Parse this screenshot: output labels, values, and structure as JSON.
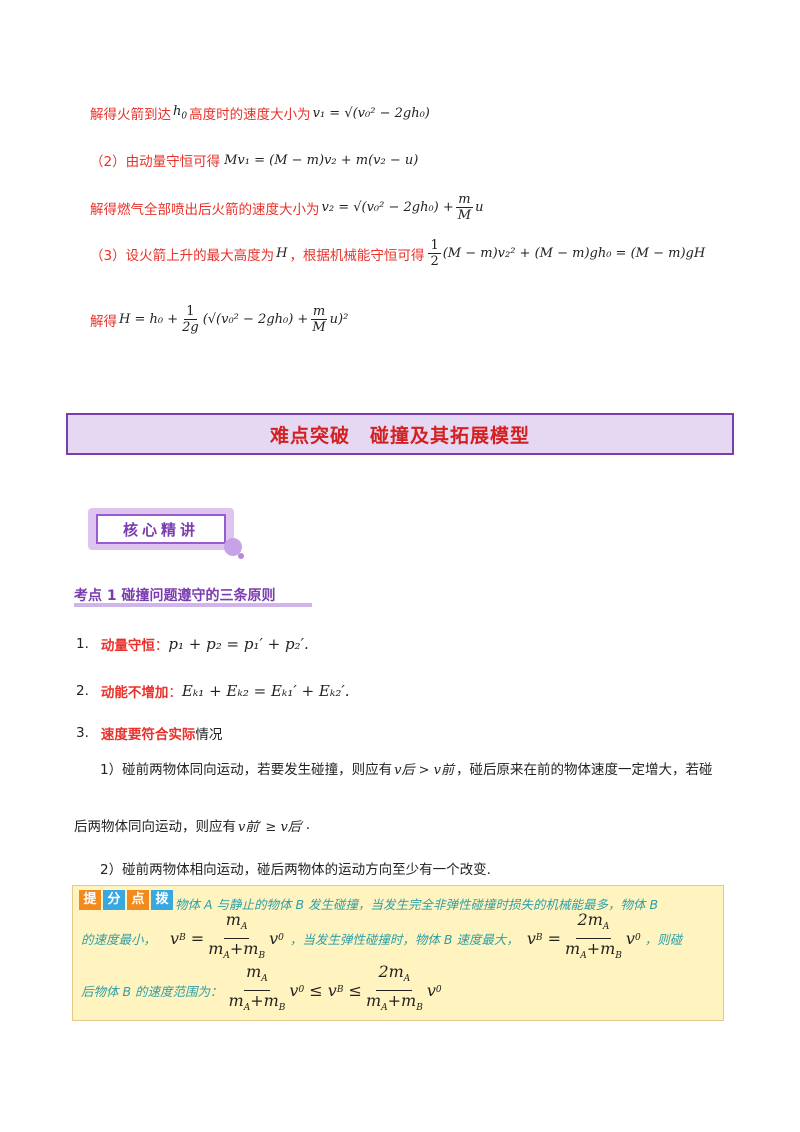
{
  "solution": {
    "line1_text": "解得火箭到达",
    "line1_h0": "h",
    "line1_text2": "高度时的速度大小为",
    "line1_eq": "v₁ = √(v₀² − 2gh₀)",
    "line2_text": "（2）由动量守恒可得",
    "line2_eq": "Mv₁ = (M − m)v₂ + m(v₂ − u)",
    "line3_text": "解得燃气全部喷出后火箭的速度大小为",
    "line3_eq_left": "v₂ = √(v₀² − 2gh₀) +",
    "line3_frac_num": "m",
    "line3_frac_den": "M",
    "line3_eq_right": "u",
    "line4_text": "（3）设火箭上升的最大高度为",
    "line4_H": "H",
    "line4_text2": "，根据机械能守恒可得",
    "line4_frac_num": "1",
    "line4_frac_den": "2",
    "line4_eq": "(M − m)v₂² + (M − m)gh₀ = (M − m)gH",
    "line5_text": "解得",
    "line5_eq_left": "H = h₀ +",
    "line5_frac_num": "1",
    "line5_frac_den": "2g",
    "line5_eq_mid": "(√(v₀² − 2gh₀) +",
    "line5_frac2_num": "m",
    "line5_frac2_den": "M",
    "line5_eq_right": "u)²"
  },
  "banner": {
    "title": "难点突破　碰撞及其拓展模型"
  },
  "badge": {
    "label": "核心精讲"
  },
  "keypoint": {
    "title": "考点 1  碰撞问题遵守的三条原则"
  },
  "principles": [
    {
      "num": "1.",
      "label": "动量守恒",
      "colon": "：",
      "formula": "p₁ + p₂ = p₁′ + p₂′."
    },
    {
      "num": "2.",
      "label": "动能不增加",
      "colon": "：",
      "formula": "Eₖ₁ + Eₖ₂ = Eₖ₁′ + Eₖ₂′."
    },
    {
      "num": "3.",
      "label": "速度要符合实际",
      "suffix": "情况"
    }
  ],
  "cases": {
    "case1_a": "1）碰前两物体同向运动，若要发生碰撞，则应有",
    "case1_ineq": "v后 > v前",
    "case1_b": "，碰后原来在前的物体速度一定增大，若碰",
    "case1_c": "后两物体同向运动，则应有",
    "case1_ineq2": "v前′ ≥ v后′",
    "case1_d": ".",
    "case2": "2）碰前两物体相向运动，碰后两物体的运动方向至少有一个改变."
  },
  "tip": {
    "tags": [
      "提",
      "分",
      "点",
      "拨"
    ],
    "text1": "物体 A 与静止的物体 B 发生碰撞，当发生完全非弹性碰撞时损失的机械能最多，物体 B",
    "text2a": "的速度最小，",
    "eq1_left": "v",
    "eq1_num": "m",
    "eq1_den": "m",
    "eq1_right": "v",
    "text2b": "，当发生弹性碰撞时，物体 B 速度最大，",
    "eq2_num": "2m",
    "text2c": "，则碰",
    "text3": "后物体 B 的速度范围为："
  }
}
